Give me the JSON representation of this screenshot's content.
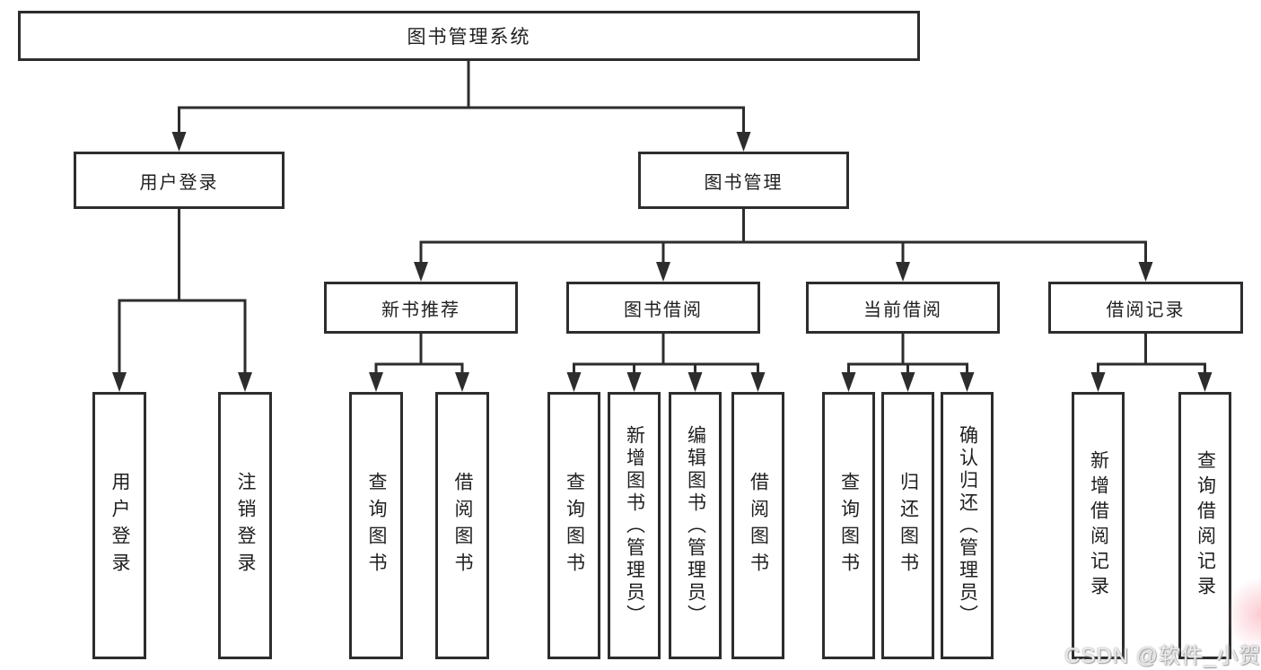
{
  "diagram": {
    "root": "图书管理系统",
    "user_login": {
      "label": "用户登录",
      "children": [
        "用户登录",
        "注销登录"
      ]
    },
    "book_mgmt": {
      "label": "图书管理",
      "new_book_rec": {
        "label": "新书推荐",
        "children": [
          "查询图书",
          "借阅图书"
        ]
      },
      "book_borrow": {
        "label": "图书借阅",
        "children": [
          "查询图书",
          "新增图书（管理员）",
          "编辑图书（管理员）",
          "借阅图书"
        ]
      },
      "current_borrow": {
        "label": "当前借阅",
        "children": [
          "查询图书",
          "归还图书",
          "确认归还（管理员）"
        ]
      },
      "borrow_record": {
        "label": "借阅记录",
        "children": [
          "新增借阅记录",
          "查询借阅记录"
        ]
      }
    },
    "watermark": "CSDN @软件_小贺同学",
    "colors": {
      "line": "#2d2d2d",
      "text": "#1f1f1f",
      "background": "#ffffff",
      "watermark_text": "#ebebeb",
      "watermark_tint": "#f6a0ac"
    }
  }
}
